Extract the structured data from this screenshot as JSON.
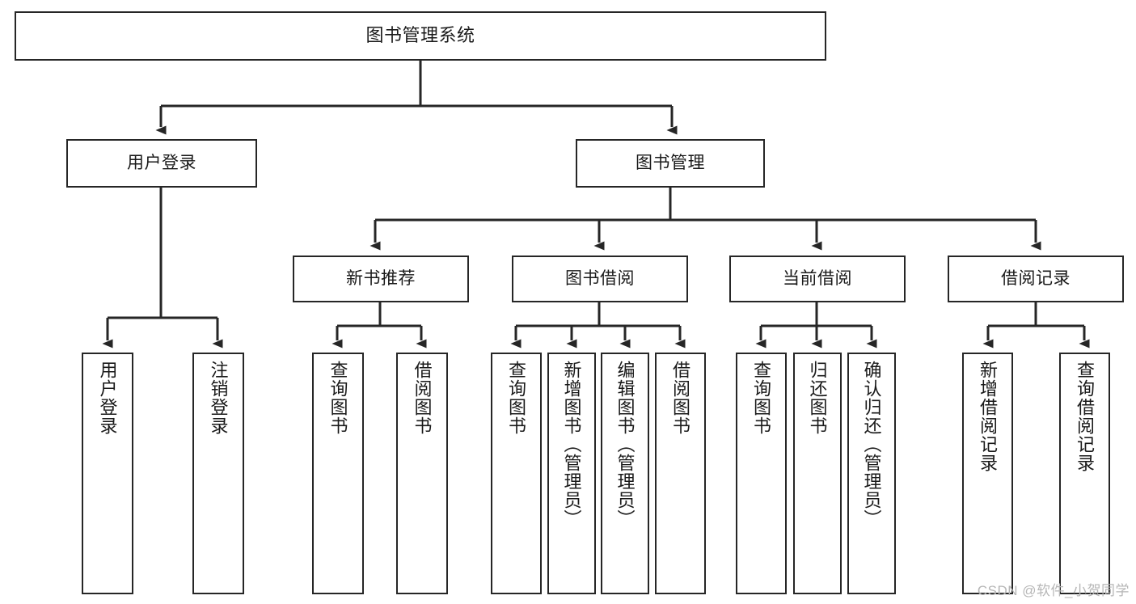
{
  "diagram": {
    "title": "图书管理系统",
    "type": "hierarchy-tree",
    "watermark": "CSDN @软件_小贺同学",
    "colors": {
      "stroke": "#262626",
      "background": "#ffffff",
      "text": "#1a1a1a",
      "watermark": "#b6b6b6"
    },
    "nodes": {
      "root": {
        "label": "图书管理系统"
      },
      "level2": [
        {
          "id": "user-login",
          "label": "用户登录"
        },
        {
          "id": "book-manage",
          "label": "图书管理"
        }
      ],
      "level3": [
        {
          "id": "new-book-recommend",
          "label": "新书推荐"
        },
        {
          "id": "book-borrow",
          "label": "图书借阅"
        },
        {
          "id": "current-borrow",
          "label": "当前借阅"
        },
        {
          "id": "borrow-record",
          "label": "借阅记录"
        }
      ],
      "leaves": [
        {
          "id": "leaf-user-login",
          "label": "用户登录",
          "parent": "user-login"
        },
        {
          "id": "leaf-user-logout",
          "label": "注销登录",
          "parent": "user-login"
        },
        {
          "id": "leaf-query-book-1",
          "label": "查询图书",
          "parent": "new-book-recommend"
        },
        {
          "id": "leaf-borrow-book-1",
          "label": "借阅图书",
          "parent": "new-book-recommend"
        },
        {
          "id": "leaf-query-book-2",
          "label": "查询图书",
          "parent": "book-borrow"
        },
        {
          "id": "leaf-add-book",
          "label": "新增图书（管理员）",
          "parent": "book-borrow"
        },
        {
          "id": "leaf-edit-book",
          "label": "编辑图书（管理员）",
          "parent": "book-borrow"
        },
        {
          "id": "leaf-borrow-book-2",
          "label": "借阅图书",
          "parent": "book-borrow"
        },
        {
          "id": "leaf-query-book-3",
          "label": "查询图书",
          "parent": "current-borrow"
        },
        {
          "id": "leaf-return-book",
          "label": "归还图书",
          "parent": "current-borrow"
        },
        {
          "id": "leaf-confirm-return",
          "label": "确认归还（管理员）",
          "parent": "current-borrow"
        },
        {
          "id": "leaf-add-record",
          "label": "新增借阅记录",
          "parent": "borrow-record"
        },
        {
          "id": "leaf-query-record",
          "label": "查询借阅记录",
          "parent": "borrow-record"
        }
      ]
    }
  }
}
